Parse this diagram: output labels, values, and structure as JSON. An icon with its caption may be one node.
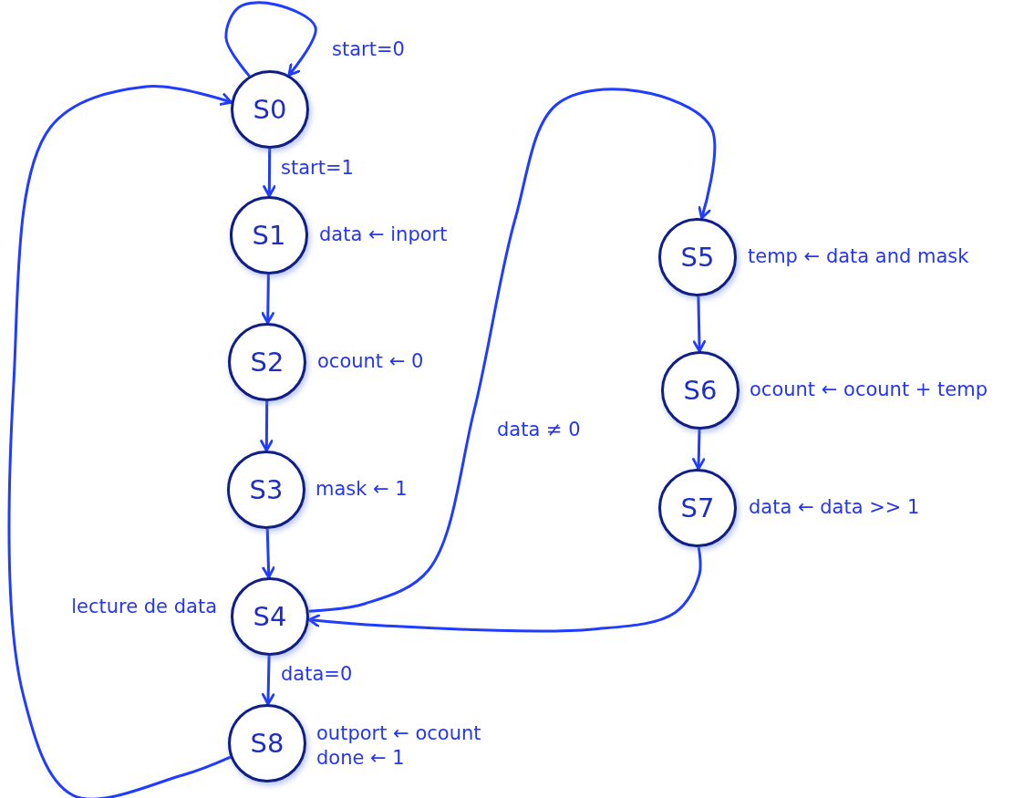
{
  "diagram": {
    "nodes": [
      {
        "text": [
          "S0"
        ]
      },
      {
        "text": [
          "S1"
        ],
        "beside": [
          "data ← inport"
        ]
      },
      {
        "text": [
          "S2"
        ],
        "beside": [
          "ocount ← 0"
        ]
      },
      {
        "text": [
          "S3"
        ],
        "beside": [
          "mask ← 1"
        ]
      },
      {
        "text": [
          "S4"
        ],
        "beside": [
          "lecture de data"
        ]
      },
      {
        "text": [
          "S5"
        ],
        "beside": [
          "temp ← data and mask"
        ]
      },
      {
        "text": [
          "S6"
        ],
        "beside": [
          "ocount ← ocount + temp"
        ]
      },
      {
        "text": [
          "S7"
        ],
        "beside": [
          "data ← data >> 1"
        ]
      },
      {
        "text": [
          "S8"
        ],
        "beside": [
          "outport ← ocount",
          "done ← 1"
        ]
      }
    ],
    "edges": [
      {
        "from": 0,
        "to": 0,
        "arrow": "to",
        "label": "start=0"
      },
      {
        "from": 0,
        "to": 1,
        "arrow": "to",
        "label": "start=1"
      },
      {
        "from": 1,
        "to": 2,
        "arrow": "to"
      },
      {
        "from": 2,
        "to": 3,
        "arrow": "to"
      },
      {
        "from": 3,
        "to": 4,
        "arrow": "to"
      },
      {
        "from": 4,
        "to": 5,
        "arrow": "to",
        "label": "data ≠ 0"
      },
      {
        "from": 5,
        "to": 6,
        "arrow": "to"
      },
      {
        "from": 6,
        "to": 7,
        "arrow": "to"
      },
      {
        "from": 7,
        "to": 4,
        "arrow": "to"
      },
      {
        "from": 4,
        "to": 8,
        "arrow": "to",
        "label": "data=0"
      },
      {
        "from": 8,
        "to": 0,
        "arrow": "to"
      }
    ]
  }
}
